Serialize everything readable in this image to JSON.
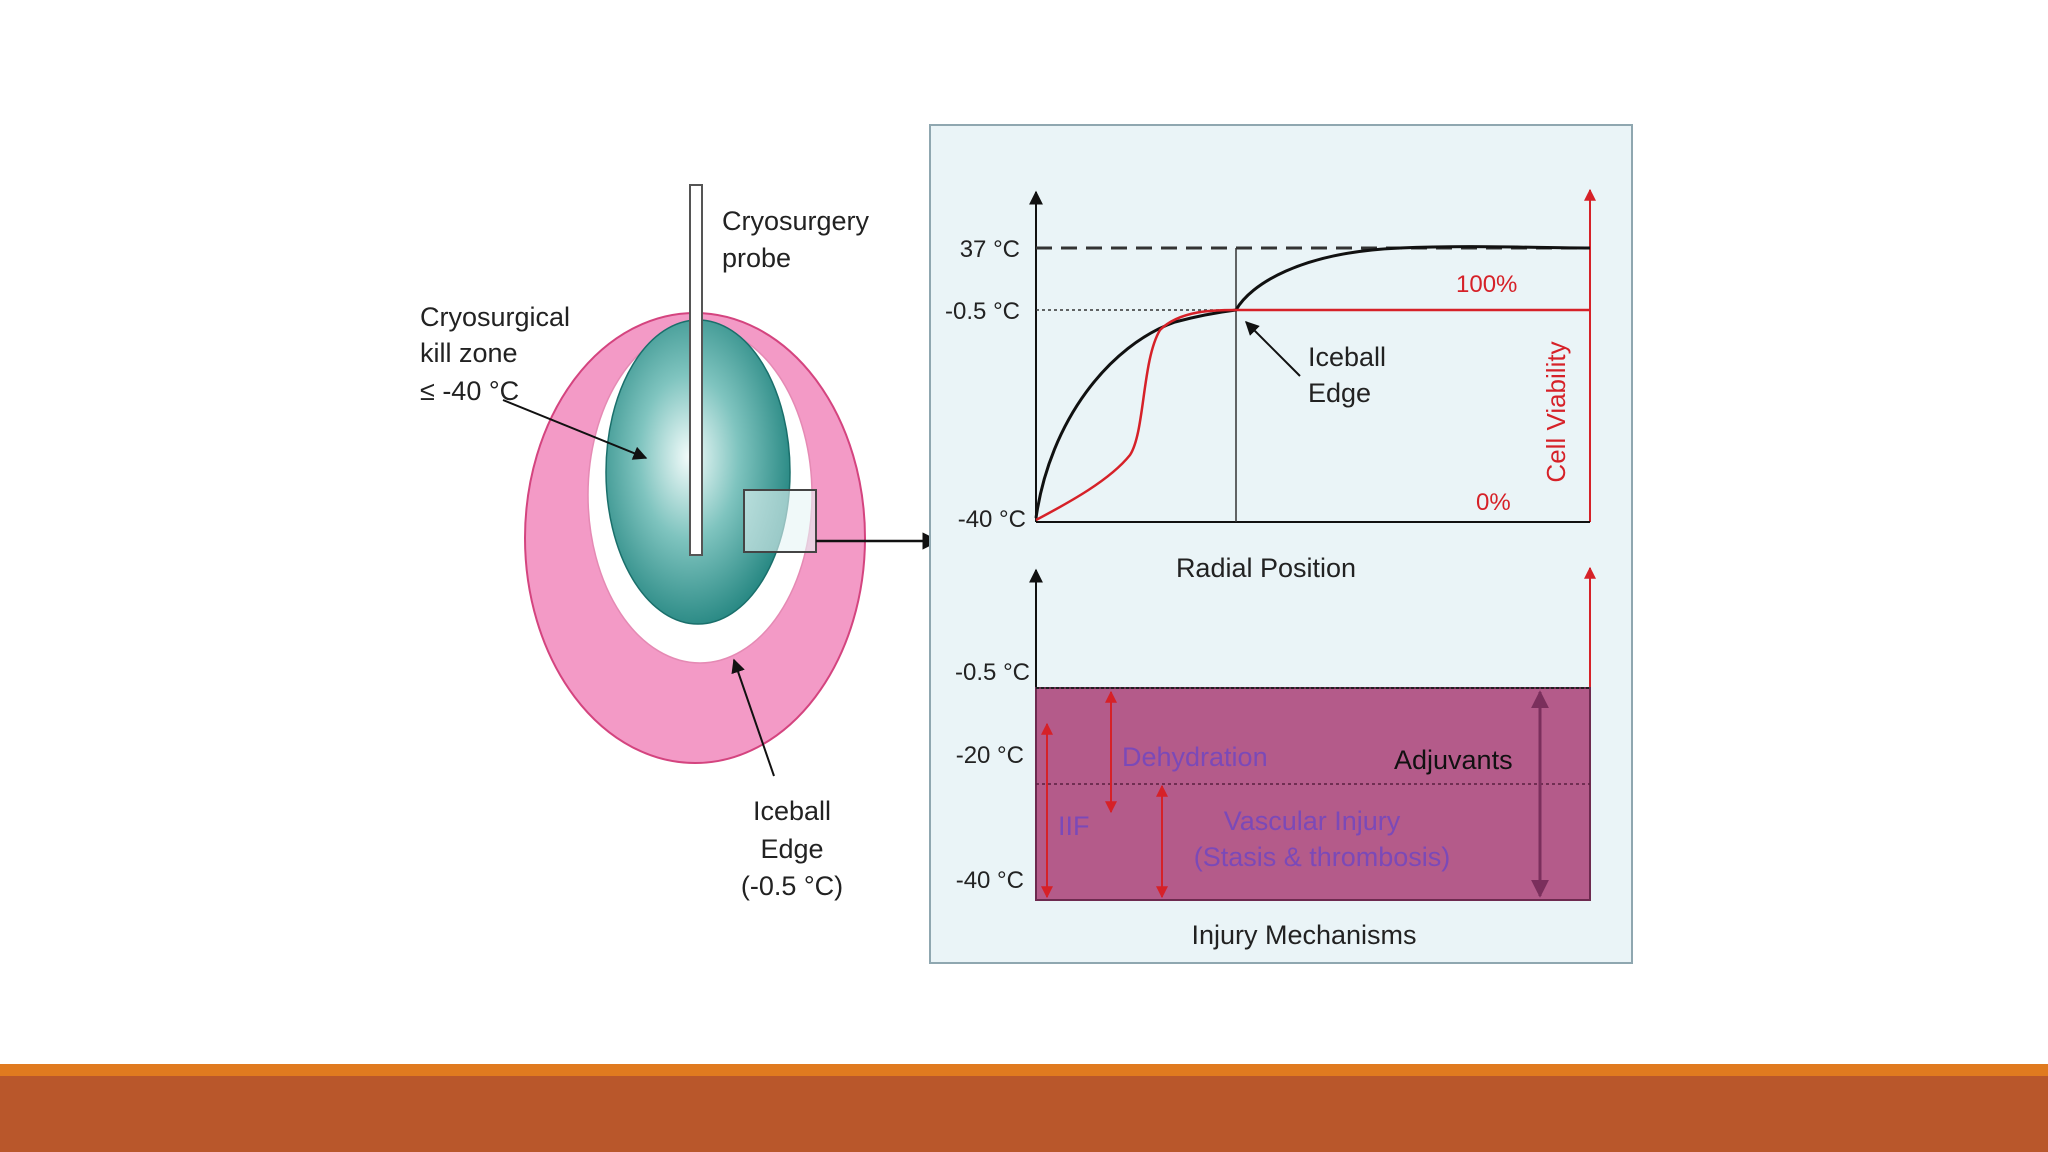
{
  "colors": {
    "footer_accent": "#e07a1f",
    "footer_bar": "#b9572b",
    "iceball_pink": "#f39ac6",
    "kill_zone_teal": "#2b8f8a",
    "injury_band": "#b45b8a",
    "viability_red": "#d62128",
    "mechanism_text": "#7b49b8",
    "panel_bg": "#eaf4f7"
  },
  "left_diagram": {
    "probe_label_line1": "Cryosurgery",
    "probe_label_line2": "probe",
    "kill_zone_line1": "Cryosurgical",
    "kill_zone_line2": "kill zone",
    "kill_zone_line3": "≤ -40 °C",
    "edge_line1": "Iceball",
    "edge_line2": "Edge",
    "edge_line3": "(-0.5 °C)"
  },
  "top_chart": {
    "y_tick_37": "37 °C",
    "y_tick_minus05": "-0.5 °C",
    "y_tick_minus40": "-40 °C",
    "label_100": "100%",
    "label_0": "0%",
    "right_axis_label": "Cell Viability",
    "edge_line1": "Iceball",
    "edge_line2": "Edge",
    "xlabel": "Radial Position"
  },
  "bottom_chart": {
    "y_tick_minus05": "-0.5 °C",
    "y_tick_minus20": "-20 °C",
    "y_tick_minus40": "-40 °C",
    "dehydration": "Dehydration",
    "adjuvants": "Adjuvants",
    "iif": "IIF",
    "vascular_line1": "Vascular Injury",
    "vascular_line2": "(Stasis & thrombosis)",
    "xlabel": "Injury Mechanisms"
  }
}
